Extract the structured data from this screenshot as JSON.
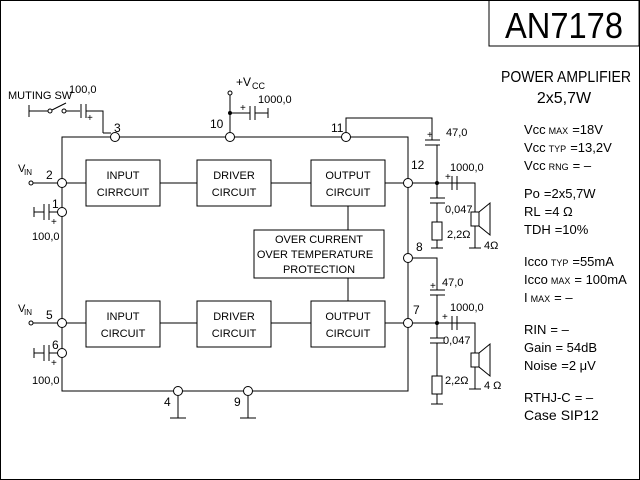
{
  "title": {
    "part_number": "AN7178"
  },
  "subtitle": {
    "line1": "POWER AMPLIFIER",
    "line2": "2x5,7W"
  },
  "specs": [
    {
      "name": "Vcc",
      "sub": "MAX",
      "value": "=18V"
    },
    {
      "name": "Vcc",
      "sub": "TYP",
      "value": "=13,2V"
    },
    {
      "name": "Vcc",
      "sub": "RNG",
      "value": "= –"
    },
    {
      "name": "Po",
      "sub": "",
      "value": "=2x5,7W"
    },
    {
      "name": "RL",
      "sub": "",
      "value": "=4 Ω"
    },
    {
      "name": "TDH",
      "sub": "",
      "value": "=10%"
    },
    {
      "name": "Icco",
      "sub": "TYP",
      "value": "=55mA"
    },
    {
      "name": "Icco",
      "sub": "MAX",
      "value": "= 100mA"
    },
    {
      "name": "I",
      "sub": "MAX",
      "value": "=  –"
    },
    {
      "name": "RIN",
      "sub": "",
      "value": "=  –"
    },
    {
      "name": "Gain",
      "sub": "",
      "value": "= 54dB"
    },
    {
      "name": "Noise",
      "sub": "",
      "value": "=2 μV"
    },
    {
      "name": "RTHJ-C",
      "sub": "",
      "value": "=  –"
    },
    {
      "name": "Case",
      "sub": "",
      "value": "SIP12"
    }
  ],
  "blocks": {
    "input1": [
      "INPUT",
      "CIRRCUIT"
    ],
    "driver1": [
      "DRIVER",
      "CIRCUIT"
    ],
    "output1": [
      "OUTPUT",
      "CIRCUIT"
    ],
    "protection": [
      "OVER CURRENT",
      "OVER TEMPERATURE",
      "PROTECTION"
    ],
    "input2": [
      "INPUT",
      "CIRCUIT"
    ],
    "driver2": [
      "DRIVER",
      "CIRCUIT"
    ],
    "output2": [
      "OUTPUT",
      "CIRCUIT"
    ]
  },
  "pins": {
    "p1": "1",
    "p2": "2",
    "p3": "3",
    "p4": "4",
    "p5": "5",
    "p6": "6",
    "p7": "7",
    "p8": "8",
    "p9": "9",
    "p10": "10",
    "p11": "11",
    "p12": "12"
  },
  "labels": {
    "muting_sw": "MUTING SW",
    "vcc": "+V",
    "vcc_sub": "CC",
    "vin": "V",
    "vin_sub": "IN",
    "plus": "+"
  },
  "components": {
    "c_mute": "100,0",
    "c_vcc": "1000,0",
    "c_pin1": "100,0",
    "c_pin6": "100,0",
    "c_boot1": "47,0",
    "c_out1": "1000,0",
    "c_zob1": "0,047",
    "r_zob1": "2,2Ω",
    "spk1": "4Ω",
    "c_boot2": "47,0",
    "c_out2": "1000,0",
    "c_zob2": "0,047",
    "r_zob2": "2,2Ω",
    "spk2": "4 Ω"
  }
}
